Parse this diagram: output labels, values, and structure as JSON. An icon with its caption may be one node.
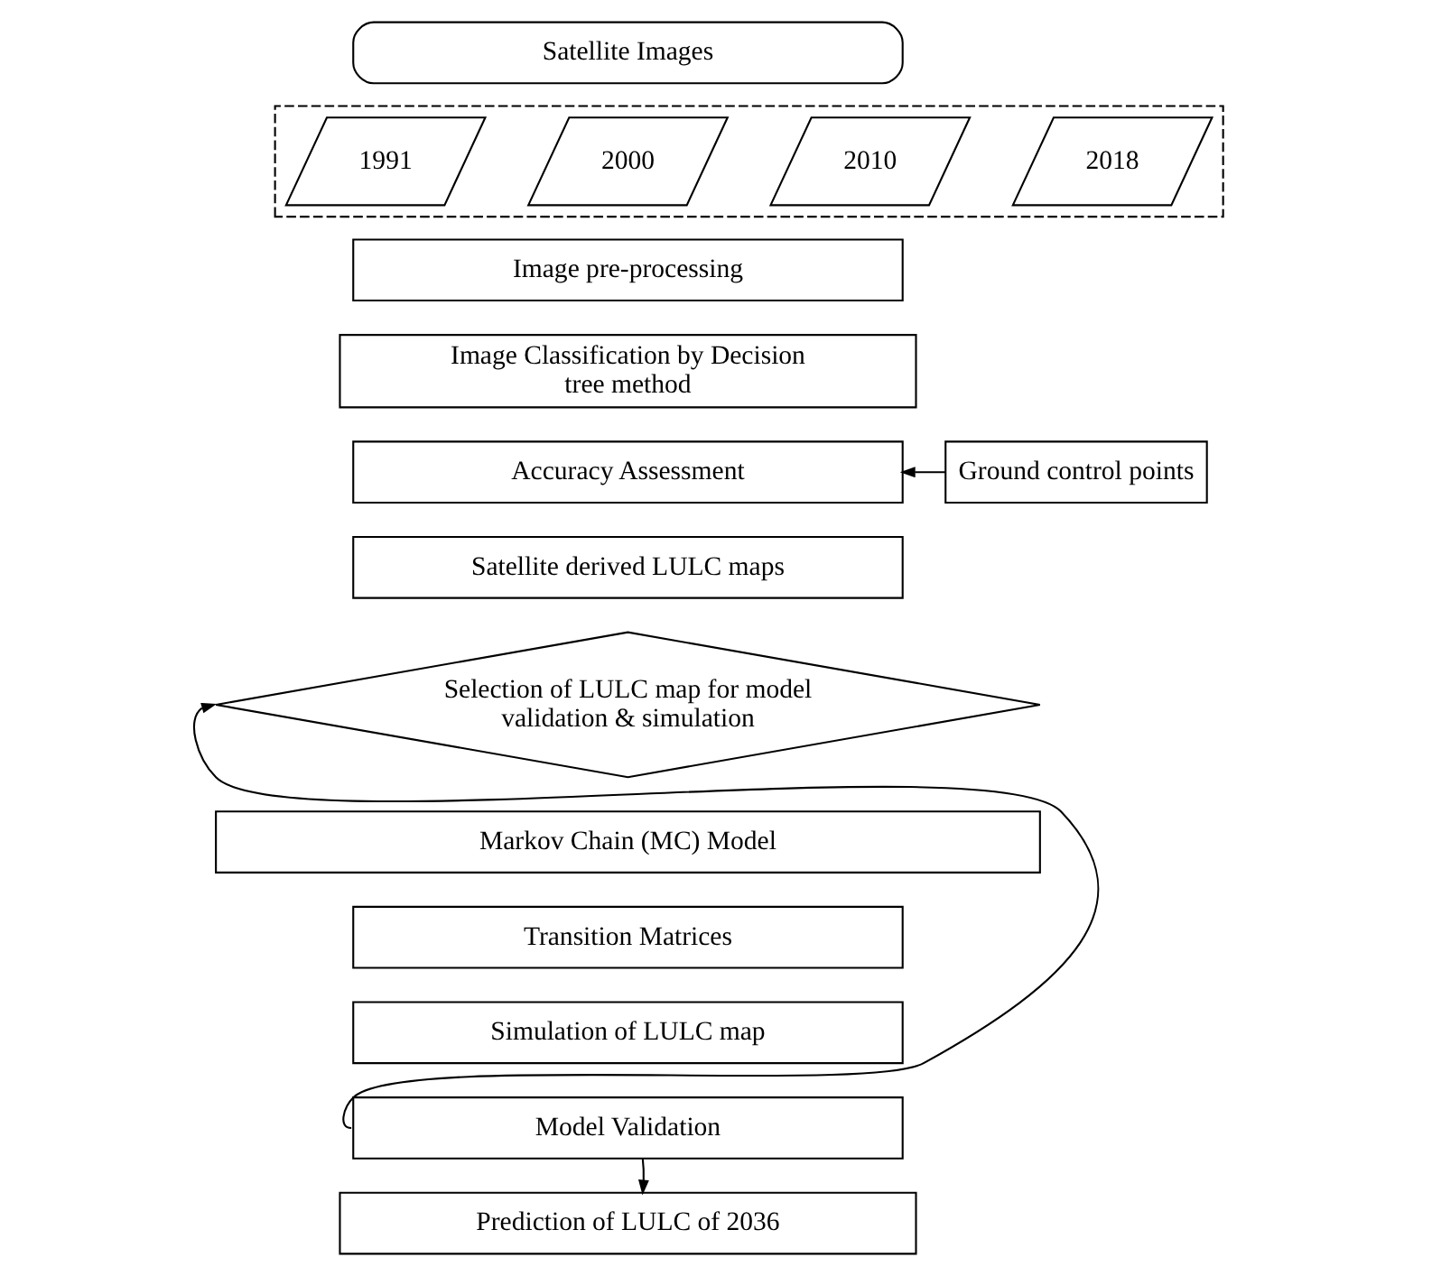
{
  "diagram": {
    "nodes": [
      {
        "text": [
          "Satellite Images"
        ]
      },
      {
        "text": [],
        "shape": "box"
      },
      {
        "text": [
          "1991"
        ],
        "in": 1
      },
      {
        "text": [
          "2000"
        ],
        "in": 1
      },
      {
        "text": [
          "2010"
        ],
        "in": 1
      },
      {
        "text": [
          "2018"
        ],
        "in": 1
      },
      {
        "text": [
          "Image pre-processing"
        ]
      },
      {
        "text": [
          "Image Classification by Decision tree method"
        ]
      },
      {
        "text": [
          "Accuracy Assessment"
        ]
      },
      {
        "text": [
          "Ground control points"
        ]
      },
      {
        "text": [
          "Satellite derived LULC maps"
        ]
      },
      {
        "text": [
          "Selection of LULC map for model validation & simulation"
        ]
      },
      {
        "text": [
          "Markov Chain (MC) Model"
        ]
      },
      {
        "text": [
          "Transition Matrices"
        ]
      },
      {
        "text": [
          "Simulation of LULC map"
        ]
      },
      {
        "text": [
          "Model Validation"
        ]
      },
      {
        "text": [
          "Prediction of LULC of 2036"
        ]
      }
    ],
    "edges": [
      {
        "from": 9,
        "to": 8,
        "arrow": "to"
      },
      {
        "from": 15,
        "to": 11,
        "arrow": "to"
      },
      {
        "from": 15,
        "to": 16,
        "arrow": "to"
      }
    ]
  }
}
